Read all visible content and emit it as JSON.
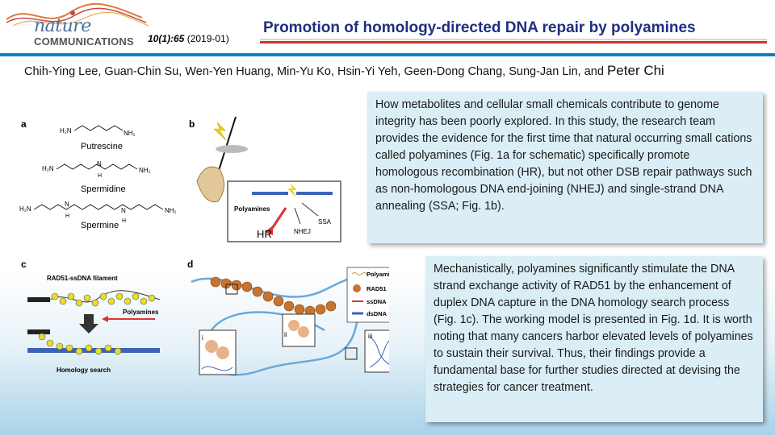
{
  "journal": {
    "logo_line1": "nature",
    "logo_line2": "COMMUNICATIONS",
    "volume": "10(1):65",
    "date": "(2019-01)"
  },
  "title": "Promotion of homology-directed DNA repair by polyamines",
  "authors_main": "Chih-Ying Lee, Guan-Chin Su, Wen-Yen Huang, Min-Yu Ko, Hsin-Yi Yeh, Geen-Dong Chang, Sung-Jan Lin, and ",
  "authors_pi": "Peter Chi",
  "figure": {
    "panel_a": "a",
    "panel_b": "b",
    "panel_c": "c",
    "panel_d": "d",
    "putrescine": "Putrescine",
    "spermidine": "Spermidine",
    "spermine": "Spermine",
    "nh2": "NH₂",
    "h2n": "H₂N",
    "h": "H",
    "n": "N",
    "polyamines_b": "Polyamines",
    "hr": "HR",
    "nhej": "NHEJ",
    "ssa": "SSA",
    "rad51_filament": "RAD51-ssDNA filament",
    "polyamines_c": "Polyamines",
    "homology_search": "Homology search",
    "legend_polyamine": "Polyamine",
    "legend_rad51": "RAD51",
    "legend_ssdna": "ssDNA",
    "legend_dsdna": "dsDNA",
    "inset_i": "i",
    "inset_ii": "ii",
    "inset_iii": "iii"
  },
  "paragraph1": "How metabolites and cellular small chemicals contribute to genome integrity has been poorly explored.  In this study, the research team provides the evidence for the first time that natural occurring small cations called polyamines (Fig. 1a for schematic) specifically promote homologous recombination (HR), but not other DSB repair pathways such as non-homologous DNA end-joining (NHEJ) and single-strand DNA annealing (SSA; Fig. 1b).",
  "paragraph2": "Mechanistically, polyamines significantly stimulate the DNA strand exchange activity of RAD51 by the enhancement of duplex DNA capture in the DNA homology search process (Fig. 1c). The working model is presented in Fig. 1d. It is worth noting that many cancers harbor elevated levels of polyamines to sustain their survival. Thus, their findings provide a fundamental base for further studies directed at devising the strategies for cancer treatment.",
  "colors": {
    "title": "#1f2f80",
    "accent_bar": "#0d7fbf",
    "text_box": "#dbeef5",
    "rule_red": "#c83a2a"
  }
}
